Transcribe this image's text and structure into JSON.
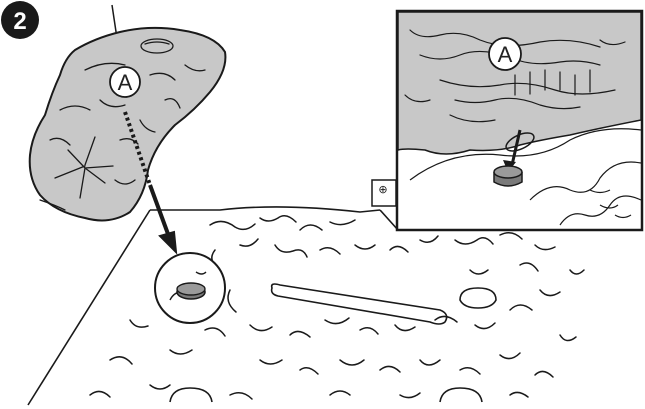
{
  "step": {
    "number": "2"
  },
  "callouts": {
    "rock_label": "A",
    "inset_label": "A"
  },
  "terminal_symbol": "⊕",
  "colors": {
    "rock_fill": "#c8c8c8",
    "line": "#1a1a1a",
    "badge": "#1a1a1a",
    "magnet": "#7a7a7a",
    "background": "#ffffff"
  },
  "icons": {
    "step_badge": "step-number-badge",
    "arrow": "down-arrow-icon",
    "magnet": "magnet-disc-icon"
  }
}
